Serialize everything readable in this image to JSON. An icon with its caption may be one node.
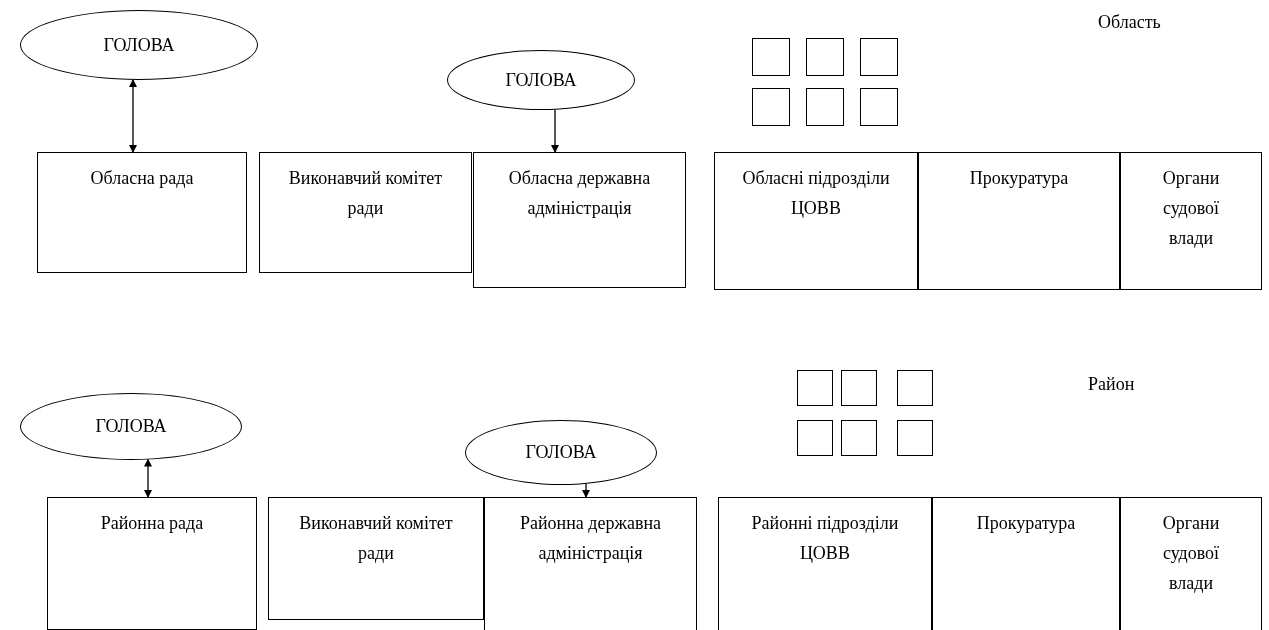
{
  "diagram": {
    "nodes": [
      {
        "text": [
          "ГОЛОВА"
        ]
      },
      {
        "text": [
          "ГОЛОВА"
        ]
      },
      {
        "text": [],
        "shape": "box"
      },
      {
        "text": [],
        "shape": "box"
      },
      {
        "text": [],
        "shape": "box"
      },
      {
        "text": [],
        "shape": "box"
      },
      {
        "text": [],
        "shape": "box"
      },
      {
        "text": [],
        "shape": "box"
      },
      {
        "text": [
          "Обласна рада"
        ]
      },
      {
        "text": [
          "Виконавчий комітет ради"
        ]
      },
      {
        "text": [
          "Обласна державна адміністрація"
        ]
      },
      {
        "text": [
          "Обласні підрозділи ЦОВВ"
        ]
      },
      {
        "text": [
          "Прокуратура"
        ]
      },
      {
        "text": [
          "Органи судової влади"
        ]
      },
      {
        "text": [
          "ГОЛОВА"
        ]
      },
      {
        "text": [
          "ГОЛОВА"
        ]
      },
      {
        "text": [],
        "shape": "box"
      },
      {
        "text": [],
        "shape": "box"
      },
      {
        "text": [],
        "shape": "box"
      },
      {
        "text": [],
        "shape": "box"
      },
      {
        "text": [],
        "shape": "box"
      },
      {
        "text": [],
        "shape": "box"
      },
      {
        "text": [
          "Районна рада"
        ]
      },
      {
        "text": [
          "Виконавчий комітет ради"
        ]
      },
      {
        "text": [
          "Районна державна адміністрація"
        ]
      },
      {
        "text": [
          "Районні підрозділи ЦОВВ"
        ]
      },
      {
        "text": [
          "Прокуратура"
        ]
      },
      {
        "text": [
          "Органи судової влади"
        ]
      }
    ],
    "edges": [
      {
        "from": 0,
        "to": 8,
        "arrow": "both"
      },
      {
        "from": 1,
        "to": 10,
        "arrow": "to"
      },
      {
        "from": 14,
        "to": 22,
        "arrow": "both"
      },
      {
        "from": 15,
        "to": 24,
        "arrow": "to"
      }
    ],
    "labels": [
      "Область",
      "Район"
    ]
  }
}
